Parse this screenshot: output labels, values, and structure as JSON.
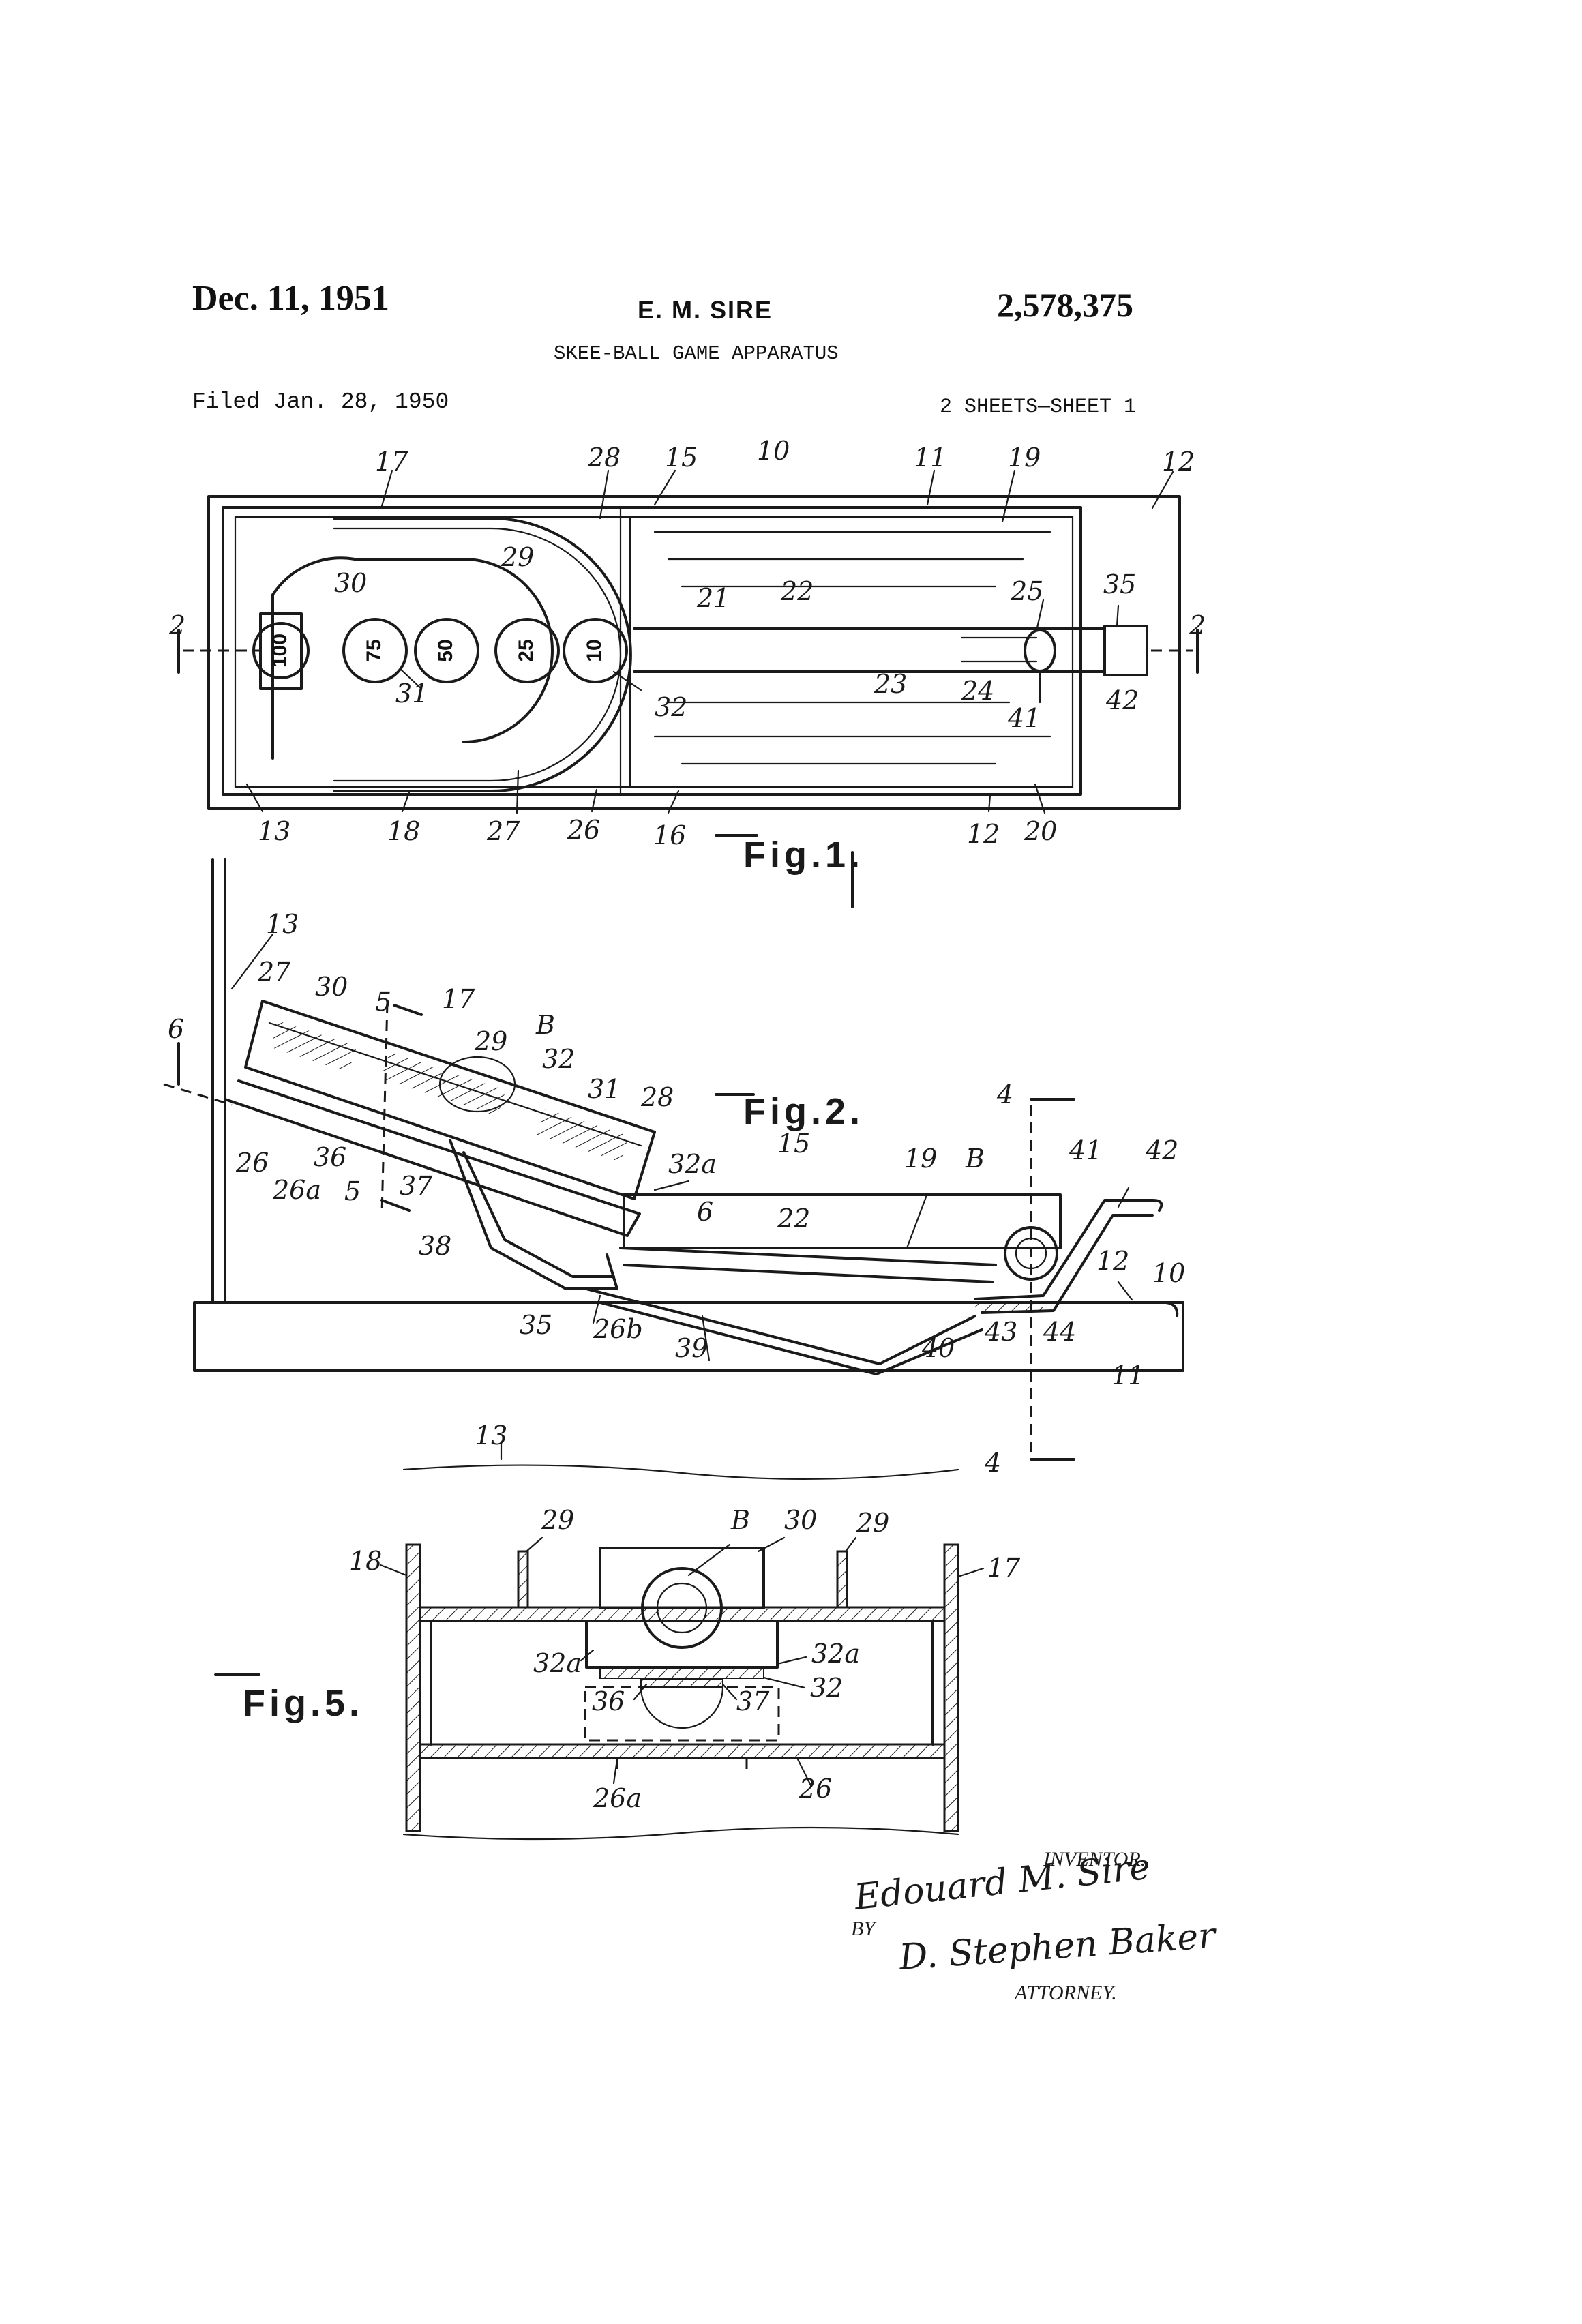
{
  "header": {
    "date": "Dec. 11, 1951",
    "inventor_name": "E. M. SIRE",
    "patent_number": "2,578,375",
    "title": "SKEE-BALL GAME APPARATUS",
    "filed": "Filed Jan. 28, 1950",
    "sheets": "2 SHEETS—SHEET 1"
  },
  "figures": {
    "fig1": {
      "label": "Fig.1.",
      "pockets": [
        "100",
        "75",
        "50",
        "25",
        "10"
      ],
      "refs": [
        "17",
        "28",
        "15",
        "10",
        "11",
        "19",
        "12",
        "30",
        "29",
        "2",
        "21",
        "22",
        "25",
        "35",
        "2",
        "31",
        "32",
        "23",
        "24",
        "41",
        "42",
        "13",
        "18",
        "27",
        "26",
        "16",
        "12",
        "20"
      ]
    },
    "fig2": {
      "label": "Fig.2.",
      "refs": [
        "13",
        "27",
        "30",
        "5",
        "17",
        "6",
        "29",
        "B",
        "32",
        "31",
        "28",
        "26",
        "36",
        "26a",
        "5",
        "37",
        "32a",
        "15",
        "19",
        "B",
        "4",
        "41",
        "42",
        "38",
        "6",
        "22",
        "12",
        "10",
        "35",
        "26b",
        "39",
        "40",
        "43",
        "44",
        "11",
        "4"
      ]
    },
    "fig5": {
      "label": "Fig.5.",
      "refs": [
        "13",
        "29",
        "B",
        "30",
        "29",
        "18",
        "17",
        "32a",
        "32a",
        "32",
        "36",
        "37",
        "26a",
        "26"
      ]
    }
  },
  "signature": {
    "inventor_caption": "INVENTOR.",
    "inventor_signature": "Edouard M. Sire",
    "by": "BY",
    "attorney_signature": "D. Stephen Baker",
    "attorney_caption": "ATTORNEY."
  }
}
